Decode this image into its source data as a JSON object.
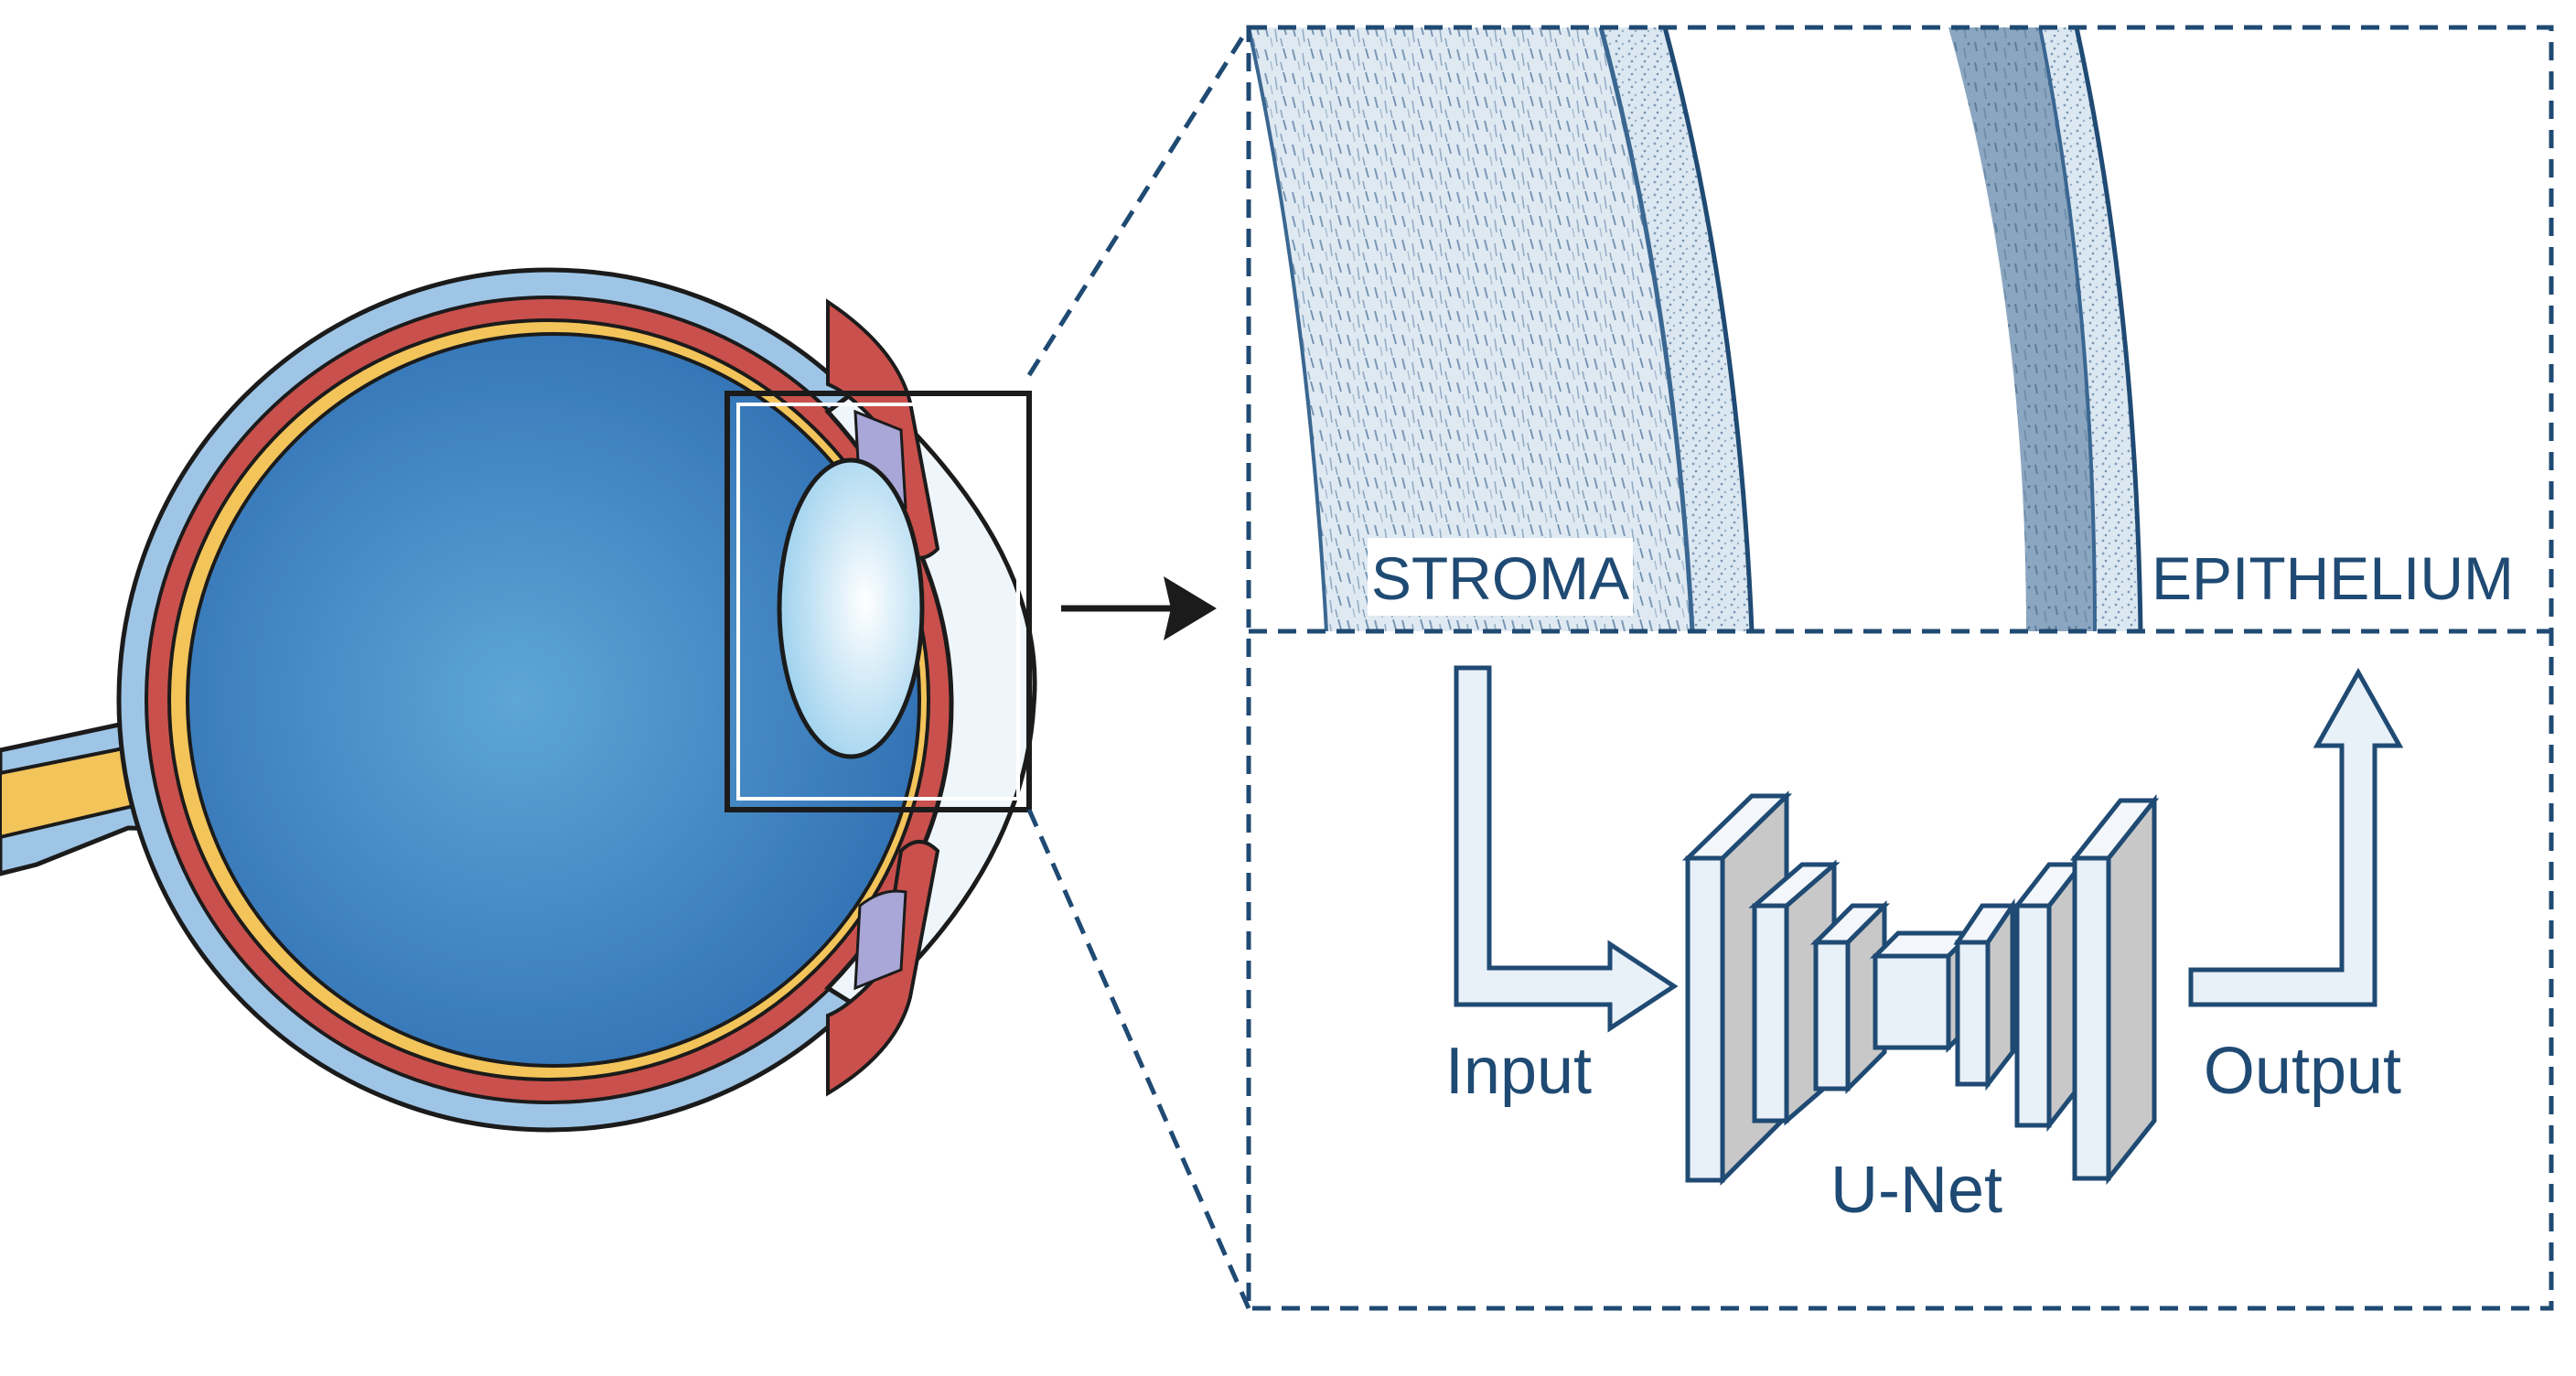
{
  "labels": {
    "stroma": "STROMA",
    "epithelium": "EPITHELIUM",
    "input": "Input",
    "output": "Output",
    "unet": "U-Net"
  },
  "colors": {
    "navy": "#1f4a73",
    "outline": "#1b1b1b",
    "eyeball_blue": "#3a7fc1",
    "sclera_blue": "#9ec5e6",
    "choroid_red": "#c9504c",
    "retina_yellow": "#f2c45a",
    "lens": "#bfe3f5",
    "tissue_light": "#dde8f1",
    "tissue_dark": "#8aa6c0",
    "block_face": "#e8f0f8",
    "block_side": "#c8c8c8"
  },
  "icons": {
    "arrow": "right-arrow-icon",
    "input_arrow": "bent-arrow-right-icon",
    "output_arrow": "bent-arrow-up-icon"
  }
}
